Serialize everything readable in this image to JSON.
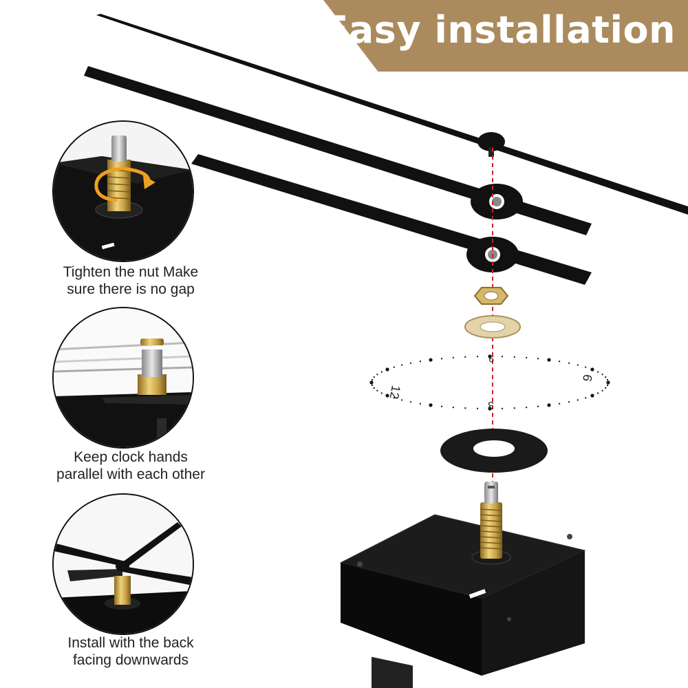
{
  "banner": {
    "title": "Easy installation"
  },
  "steps": [
    {
      "line1": "Tighten the nut Make",
      "line2": "sure there is no gap"
    },
    {
      "line1": "Keep clock hands",
      "line2": "parallel with each other"
    },
    {
      "line1": "Install with the back",
      "line2": "facing downwards"
    }
  ],
  "dial_numbers": [
    "12",
    "3",
    "6",
    "9"
  ],
  "colors": {
    "banner": "#ab8b5d",
    "hands": "#111111",
    "brass": "#c9a34a",
    "guide_line": "#cc2222"
  }
}
